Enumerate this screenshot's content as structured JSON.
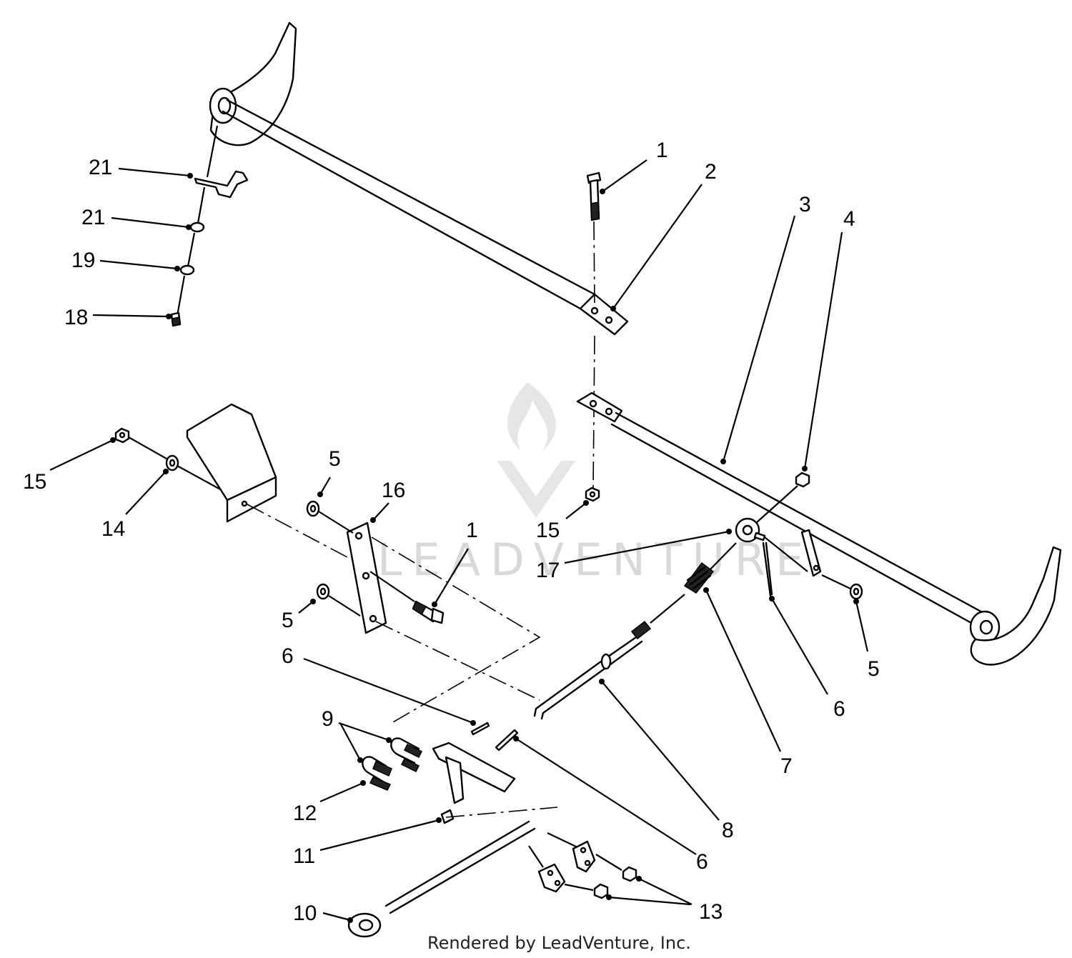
{
  "watermark": {
    "text": "LEADVENTURE"
  },
  "credit": "Rendered by LeadVenture, Inc.",
  "callouts": [
    {
      "id": "c1a",
      "label": "1"
    },
    {
      "id": "c2",
      "label": "2"
    },
    {
      "id": "c3",
      "label": "3"
    },
    {
      "id": "c4",
      "label": "4"
    },
    {
      "id": "c21a",
      "label": "21"
    },
    {
      "id": "c21b",
      "label": "21"
    },
    {
      "id": "c19",
      "label": "19"
    },
    {
      "id": "c18",
      "label": "18"
    },
    {
      "id": "c15a",
      "label": "15"
    },
    {
      "id": "c14",
      "label": "14"
    },
    {
      "id": "c5a",
      "label": "5"
    },
    {
      "id": "c16",
      "label": "16"
    },
    {
      "id": "c1b",
      "label": "1"
    },
    {
      "id": "c15b",
      "label": "15"
    },
    {
      "id": "c17",
      "label": "17"
    },
    {
      "id": "c5b",
      "label": "5"
    },
    {
      "id": "c5c",
      "label": "5"
    },
    {
      "id": "c6a",
      "label": "6"
    },
    {
      "id": "c6b",
      "label": "6"
    },
    {
      "id": "c9",
      "label": "9"
    },
    {
      "id": "c7",
      "label": "7"
    },
    {
      "id": "c8",
      "label": "8"
    },
    {
      "id": "c12",
      "label": "12"
    },
    {
      "id": "c11",
      "label": "11"
    },
    {
      "id": "c6c",
      "label": "6"
    },
    {
      "id": "c10",
      "label": "10"
    },
    {
      "id": "c13",
      "label": "13"
    }
  ]
}
